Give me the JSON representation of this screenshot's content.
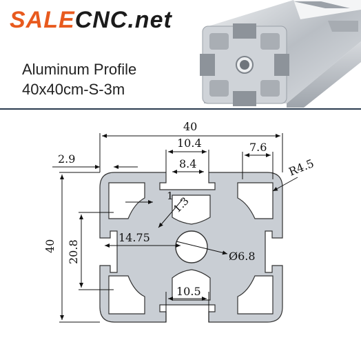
{
  "brand": {
    "part1": "SALE",
    "part2": "CNC.net"
  },
  "product": {
    "line1": "Aluminum Profile",
    "line2": "40x40cm-S-3m"
  },
  "colors": {
    "brand_orange": "#e85a1e",
    "brand_dark": "#1b1b1b",
    "divider": "#2a3b4f",
    "profile_fill": "#c9ced4"
  },
  "icons": {
    "photo": "aluminum-profile-photo-icon"
  },
  "drawing": {
    "width_total": "40",
    "slot_outer": "10.4",
    "slot_inner": "8.4",
    "wall_thickness": "2.9",
    "corner_slot": "7.6",
    "corner_radius": "R4.5",
    "wall": "1",
    "web": "1.3",
    "height_total": "40",
    "slot_height": "20.8",
    "half_span": "14.75",
    "center_hole": "Ø6.8",
    "slot_bottom": "10.5"
  }
}
